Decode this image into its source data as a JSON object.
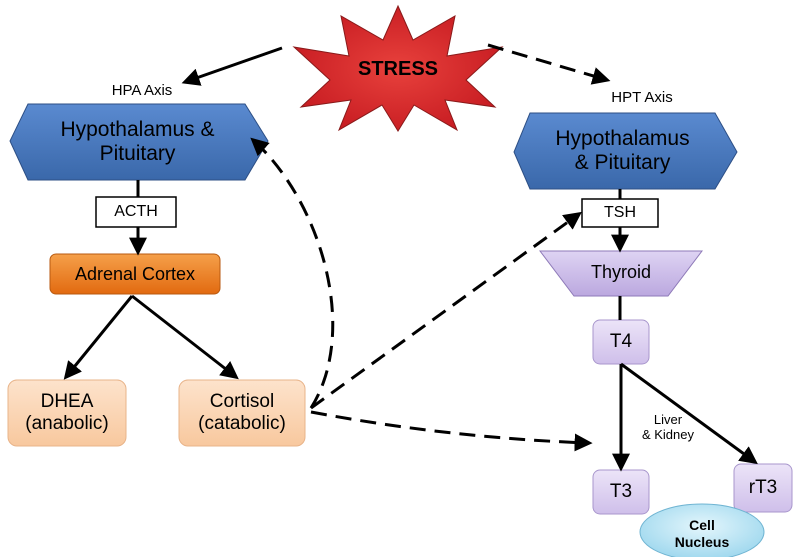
{
  "stress": {
    "label": "STRESS"
  },
  "hpa": {
    "axis_label": "HPA Axis",
    "hypothalamus": [
      "Hypothalamus &",
      "Pituitary"
    ],
    "hormone": "ACTH",
    "gland": "Adrenal Cortex",
    "outputs": [
      {
        "lines": [
          "DHEA",
          "(anabolic)"
        ]
      },
      {
        "lines": [
          "Cortisol",
          "(catabolic)"
        ]
      }
    ]
  },
  "hpt": {
    "axis_label": "HPT Axis",
    "hypothalamus": [
      "Hypothalamus",
      "& Pituitary"
    ],
    "hormone": "TSH",
    "gland": "Thyroid",
    "t4": "T4",
    "t3": "T3",
    "rt3": "rT3",
    "conversion_site": [
      "Liver",
      "& Kidney"
    ],
    "cell_nucleus": [
      "Cell",
      "Nucleus"
    ]
  },
  "colors": {
    "star": "#d8262a",
    "hexagon": "#4a78b8",
    "adrenal": "#e8741c",
    "output_box": "#fbd5b2",
    "thyroid": "#c9b9e6",
    "t_box": "#ddd0f0",
    "nucleus": "#b8e4f4"
  }
}
